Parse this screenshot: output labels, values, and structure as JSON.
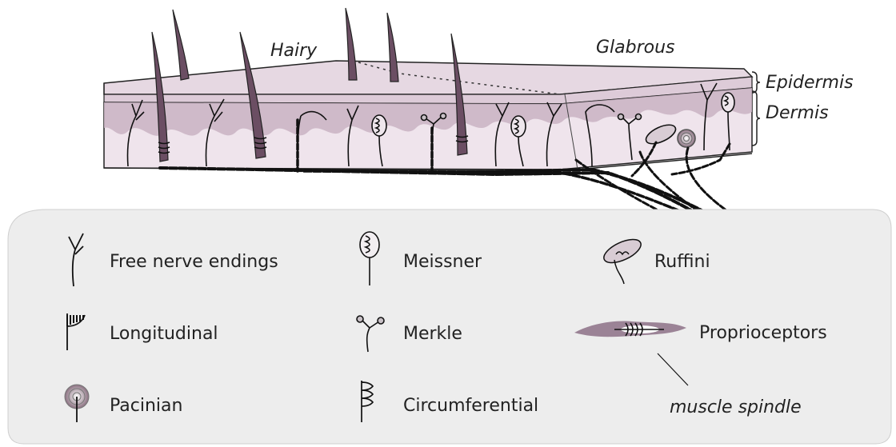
{
  "skin": {
    "hairy_label": "Hairy",
    "glabrous_label": "Glabrous",
    "epidermis_label": "Epidermis",
    "dermis_label": "Dermis"
  },
  "legend": {
    "items": {
      "free_nerve_endings": "Free nerve endings",
      "meissner": "Meissner",
      "ruffini": "Ruffini",
      "longitudinal": "Longitudinal",
      "merkle": "Merkle",
      "proprioceptors": "Proprioceptors",
      "pacinian": "Pacinian",
      "circumferential": "Circumferential"
    },
    "muscle_spindle_label": "muscle spindle"
  },
  "colors": {
    "epidermis_fill": "#e9dde6",
    "dermis_fill": "#efe3ec",
    "dermis_wave": "#c9b3c3",
    "hair": "#6b4e63",
    "nerve": "#111111",
    "legend_bg": "#ededed",
    "spindle": "#9b8396"
  }
}
